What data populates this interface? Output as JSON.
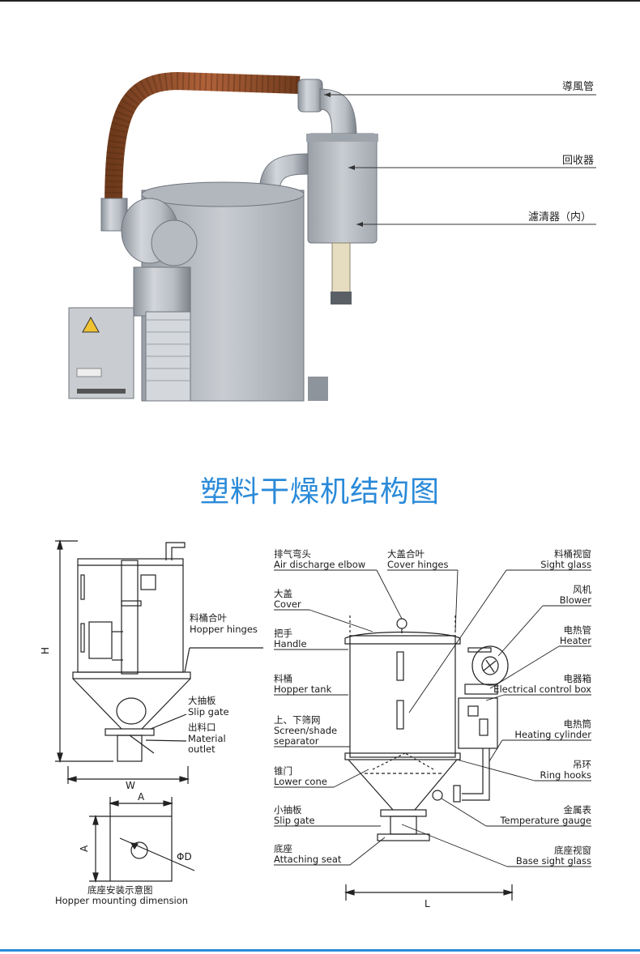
{
  "photo": {
    "callouts": [
      "導風管",
      "回收器",
      "濾清器（内）"
    ]
  },
  "heading": "塑料干燥机结构图",
  "left_diagram": {
    "hopper_hinges_cn": "料桶合叶",
    "hopper_hinges_en": "Hopper hinges",
    "slip_gate_cn": "大抽板",
    "slip_gate_en": "Slip gate",
    "material_outlet_cn": "出料口",
    "material_outlet_en1": "Material",
    "material_outlet_en2": "outlet",
    "dim_h": "H",
    "dim_w": "W"
  },
  "mount": {
    "dim_a_top": "A",
    "dim_a_side": "A",
    "dim_d": "ΦD",
    "caption_cn": "底座安装示意图",
    "caption_en": "Hopper mounting dimension"
  },
  "main_diagram": {
    "left_labels": [
      {
        "cn": "排气弯头",
        "en": "Air discharge elbow"
      },
      {
        "cn": "大盖",
        "en": "Cover"
      },
      {
        "cn": "把手",
        "en": "Handle"
      },
      {
        "cn": "料桶",
        "en": "Hopper tank"
      },
      {
        "cn": "上、下筛网",
        "en": "Screen/shade",
        "en2": "separator"
      },
      {
        "cn": "锥门",
        "en": "Lower cone"
      },
      {
        "cn": "小抽板",
        "en": "Slip gate"
      },
      {
        "cn": "底座",
        "en": "Attaching seat"
      }
    ],
    "top_label": {
      "cn": "大盖合叶",
      "en": "Cover hinges"
    },
    "right_labels": [
      {
        "cn": "料桶视窗",
        "en": "Sight glass"
      },
      {
        "cn": "风机",
        "en": "Blower"
      },
      {
        "cn": "电热管",
        "en": "Heater"
      },
      {
        "cn": "电器箱",
        "en": "Electrical control box"
      },
      {
        "cn": "电热筒",
        "en": "Heating cylinder"
      },
      {
        "cn": "吊环",
        "en": "Ring hooks"
      },
      {
        "cn": "金属表",
        "en": "Temperature gauge"
      },
      {
        "cn": "底座视窗",
        "en": "Base sight glass"
      }
    ],
    "dim_l": "L"
  }
}
